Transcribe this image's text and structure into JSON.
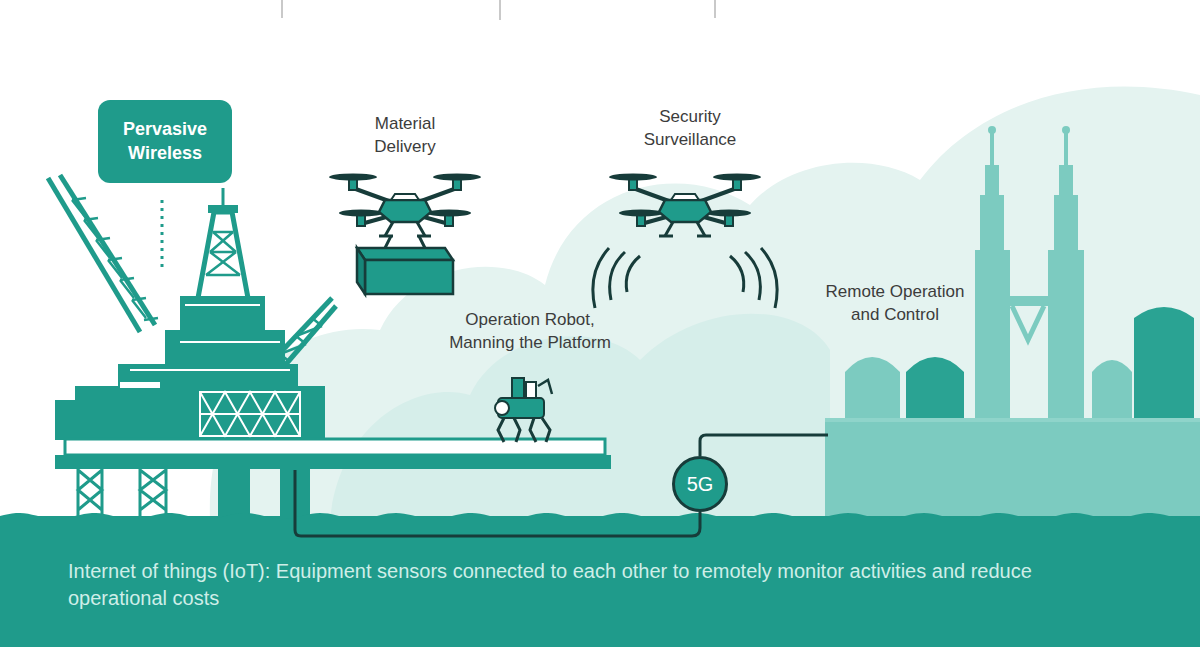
{
  "diagram": {
    "nodes": [
      {
        "text": [
          "Pervasive Wireless"
        ]
      },
      {
        "text": [
          "5G"
        ]
      },
      {
        "text": [
          "Internet of things (IoT): Equipment sensors connected to each other to remotely monitor activities and reduce operational costs"
        ]
      }
    ],
    "labels": [
      "Material Delivery",
      "Security Surveillance",
      "Operation Robot, Manning the Platform",
      "Remote Operation and Control"
    ]
  }
}
